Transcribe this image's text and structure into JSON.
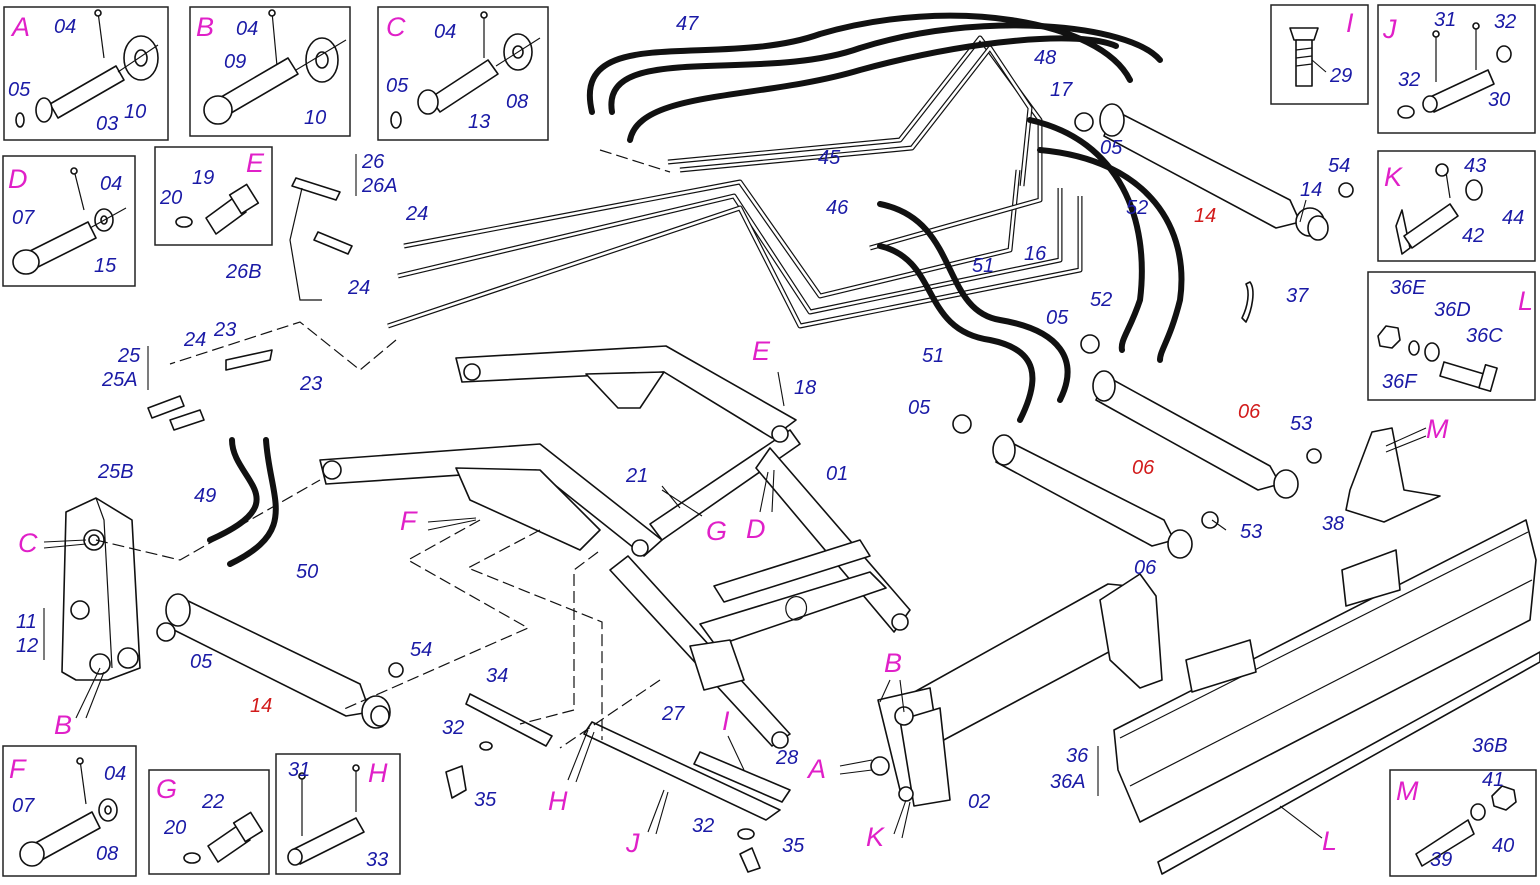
{
  "insets": {
    "A": {
      "letter": "A",
      "labels": [
        "04",
        "05",
        "03",
        "10"
      ]
    },
    "B": {
      "letter": "B",
      "labels": [
        "04",
        "09",
        "10"
      ]
    },
    "C": {
      "letter": "C",
      "labels": [
        "04",
        "05",
        "13",
        "08"
      ]
    },
    "D": {
      "letter": "D",
      "labels": [
        "04",
        "07",
        "15"
      ]
    },
    "E": {
      "letter": "E",
      "labels": [
        "19",
        "20"
      ]
    },
    "F": {
      "letter": "F",
      "labels": [
        "04",
        "07",
        "08"
      ]
    },
    "G": {
      "letter": "G",
      "labels": [
        "22",
        "20"
      ]
    },
    "H": {
      "letter": "H",
      "labels": [
        "31",
        "33"
      ]
    },
    "I": {
      "letter": "I",
      "labels": [
        "29"
      ]
    },
    "J": {
      "letter": "J",
      "labels": [
        "31",
        "32",
        "32",
        "30"
      ]
    },
    "K": {
      "letter": "K",
      "labels": [
        "43",
        "44",
        "42"
      ]
    },
    "L": {
      "letter": "L",
      "labels": [
        "36E",
        "36D",
        "36C",
        "36F"
      ]
    },
    "M": {
      "letter": "M",
      "labels": [
        "41",
        "40",
        "39"
      ]
    }
  },
  "callouts": {
    "blue": [
      "47",
      "48",
      "17",
      "05",
      "14",
      "54",
      "45",
      "46",
      "16",
      "52",
      "52",
      "51",
      "51",
      "37",
      "26",
      "26A",
      "24",
      "26B",
      "24",
      "23",
      "25",
      "25A",
      "24",
      "23",
      "25B",
      "49",
      "50",
      "05",
      "54",
      "18",
      "21",
      "01",
      "05",
      "05",
      "06",
      "53",
      "53",
      "11",
      "12",
      "34",
      "32",
      "35",
      "27",
      "28",
      "32",
      "35",
      "02",
      "36",
      "36A",
      "36B",
      "38"
    ],
    "red": [
      "14",
      "06",
      "06",
      "14"
    ],
    "letters": [
      "E",
      "F",
      "G",
      "D",
      "C",
      "B",
      "A",
      "K",
      "H",
      "I",
      "J",
      "B",
      "L",
      "M"
    ]
  }
}
